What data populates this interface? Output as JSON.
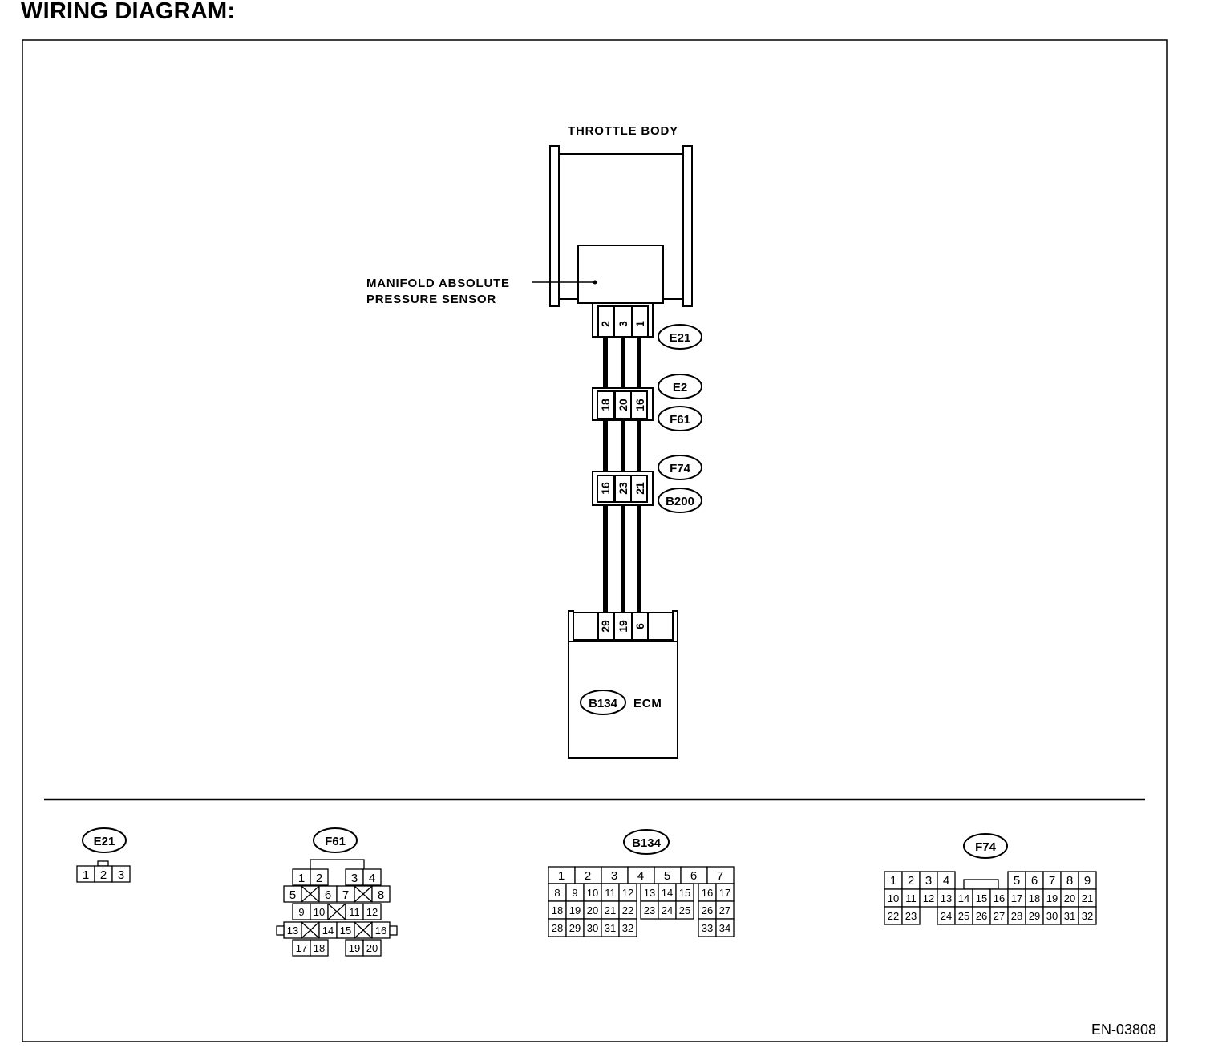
{
  "page_title": "WIRING DIAGRAM:",
  "figure_id": "EN-03808",
  "labels": {
    "throttle_body": "THROTTLE BODY",
    "map_sensor_line1": "MANIFOLD ABSOLUTE",
    "map_sensor_line2": "PRESSURE SENSOR",
    "ecm": "ECM"
  },
  "connector_tags": {
    "e21": "E21",
    "e2": "E2",
    "f61": "F61",
    "f74": "F74",
    "b200": "B200",
    "b134": "B134"
  },
  "wire_pins": {
    "e21": [
      "2",
      "3",
      "1"
    ],
    "e2_f61": [
      "18",
      "20",
      "16"
    ],
    "f74_b200": [
      "16",
      "23",
      "21"
    ],
    "b134": [
      "29",
      "19",
      "6"
    ]
  },
  "connector_faces": {
    "e21": {
      "tag": "E21",
      "pins": [
        "1",
        "2",
        "3"
      ]
    },
    "f61": {
      "tag": "F61",
      "rows": [
        [
          "1",
          "2",
          "3",
          "4"
        ],
        [
          "5",
          "6",
          "7",
          "8"
        ],
        [
          "9",
          "10",
          "11",
          "12"
        ],
        [
          "13",
          "14",
          "15",
          "16"
        ],
        [
          "17",
          "18",
          "19",
          "20"
        ]
      ]
    },
    "b134": {
      "tag": "B134",
      "rows": [
        [
          "1",
          "2",
          "3",
          "4",
          "5",
          "6",
          "7"
        ],
        [
          "8",
          "9",
          "10",
          "11",
          "12",
          "13",
          "14",
          "15",
          "16",
          "17"
        ],
        [
          "18",
          "19",
          "20",
          "21",
          "22",
          "23",
          "24",
          "25",
          "26",
          "27"
        ],
        [
          "28",
          "29",
          "30",
          "31",
          "32",
          "33",
          "34"
        ]
      ]
    },
    "f74": {
      "tag": "F74",
      "rows": [
        [
          "1",
          "2",
          "3",
          "4",
          "5",
          "6",
          "7",
          "8",
          "9"
        ],
        [
          "10",
          "11",
          "12",
          "13",
          "14",
          "15",
          "16",
          "17",
          "18",
          "19",
          "20",
          "21"
        ],
        [
          "22",
          "23",
          "24",
          "25",
          "26",
          "27",
          "28",
          "29",
          "30",
          "31",
          "32"
        ]
      ]
    }
  }
}
